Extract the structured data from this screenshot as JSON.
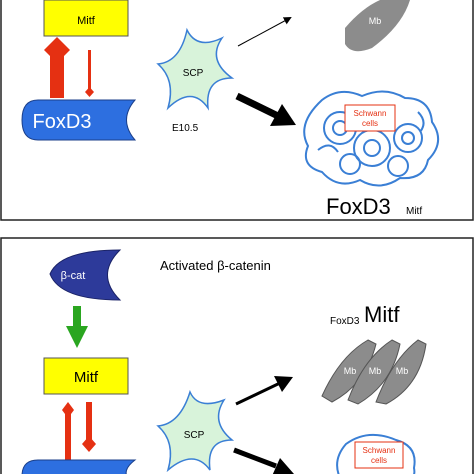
{
  "top_panel": {
    "mitf_label": "Mitf",
    "foxd3_label": "FoxD3",
    "scp_label": "SCP",
    "stage_label": "E10.5",
    "mb_label": "Mb",
    "schwann_label_line1": "Schwann",
    "schwann_label_line2": "cells",
    "summary_big": "FoxD3",
    "summary_small": "Mitf"
  },
  "bottom_panel": {
    "bcat_label": "β-cat",
    "title": "Activated β-catenin",
    "summary_small": "FoxD3",
    "summary_big": "Mitf",
    "mitf_label": "Mitf",
    "scp_label": "SCP",
    "mb_labels": [
      "Mb",
      "Mb",
      "Mb"
    ],
    "schwann_label_line1": "Schwann",
    "schwann_label_line2": "cells"
  },
  "colors": {
    "mitf_box": "#ffff00",
    "foxd3_shape": "#2d6fe0",
    "scp_cell": "#d8f3da",
    "melanoblast": "#8c8c8c",
    "schwann_outline": "#3a7fd5",
    "bcat_shape": "#2d3a9a",
    "inhibit_red": "#e53012",
    "activate_green": "#2aa620"
  }
}
